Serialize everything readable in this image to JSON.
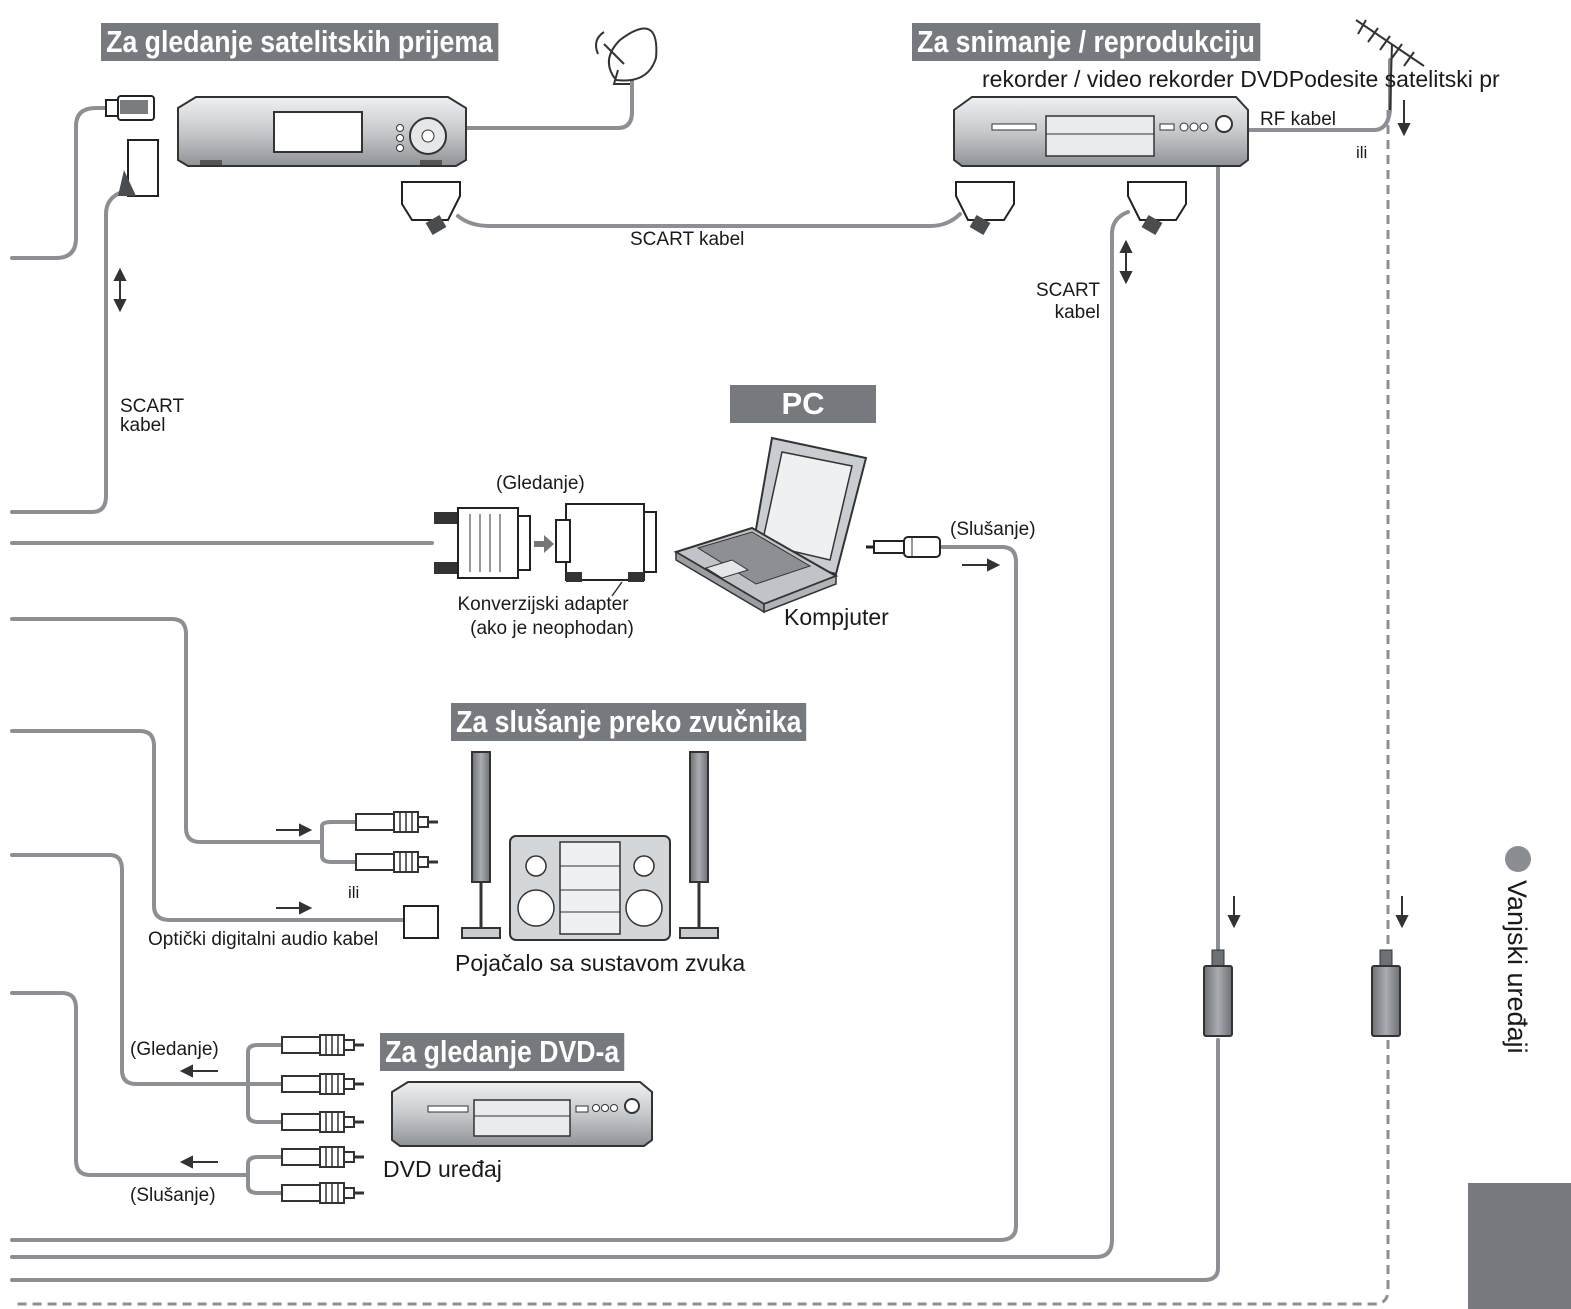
{
  "headings": {
    "satellite": "Za gledanje satelitskih prijema",
    "record": "Za snimanje / reprodukciju",
    "pc": "PC",
    "speakers": "Za slušanje preko zvučnika",
    "dvd": "Za gledanje DVD-a"
  },
  "labels": {
    "recorder": "rekorder / video rekorder DVDPodesite satelitski pr",
    "rf_cable": "RF kabel",
    "ili_rf": "ili",
    "scart_center": "SCART kabel",
    "scart_left_1": "SCART",
    "scart_left_2": "kabel",
    "scart_right_1": "SCART",
    "scart_right_2": "kabel",
    "gledanje_pc": "(Gledanje)",
    "adapter_1": "Konverzijski adapter",
    "adapter_2": "(ako je neophodan)",
    "kompjuter": "Kompjuter",
    "slusanje_pc": "(Slušanje)",
    "ili_audio": "ili",
    "optical": "Optički digitalni audio kabel",
    "amplifier": "Pojačalo sa sustavom zvuka",
    "gledanje_dvd": "(Gledanje)",
    "slusanje_dvd": "(Slušanje)",
    "dvd_device": "DVD uređaj"
  },
  "side": {
    "title": "Vanjski uređaji"
  },
  "colors": {
    "heading_bg": "#76797d",
    "cable": "#8c8f93",
    "device": "#c9ccd0"
  },
  "icons": [
    "satellite-dish-icon",
    "antenna-icon",
    "hdmi-plug-icon",
    "scart-plug-icon",
    "d-sub-plug-icon",
    "audio-jack-icon",
    "rca-plug-icon",
    "optical-plug-icon",
    "laptop-icon",
    "stereo-system-icon",
    "speaker-icon",
    "dvd-player-icon",
    "set-top-box-icon",
    "rf-plug-icon",
    "direction-arrow-icon"
  ]
}
